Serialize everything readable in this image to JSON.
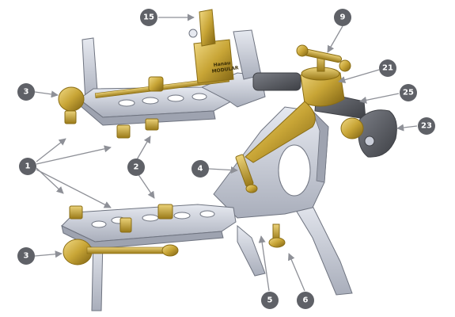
{
  "diagram": {
    "callouts": [
      {
        "id": "c1",
        "label": "1"
      },
      {
        "id": "c2",
        "label": "2"
      },
      {
        "id": "c3a",
        "label": "3"
      },
      {
        "id": "c3b",
        "label": "3"
      },
      {
        "id": "c4",
        "label": "4"
      },
      {
        "id": "c5",
        "label": "5"
      },
      {
        "id": "c6",
        "label": "6"
      },
      {
        "id": "c9",
        "label": "9"
      },
      {
        "id": "c15",
        "label": "15"
      },
      {
        "id": "c21",
        "label": "21"
      },
      {
        "id": "c23",
        "label": "23"
      },
      {
        "id": "c25",
        "label": "25"
      }
    ],
    "engraving": {
      "line1": "Hanau",
      "line2": "MODULAR"
    },
    "colors": {
      "frame": "#c9cdd8",
      "frame_shade": "#9ea3b0",
      "frame_dark": "#6f7480",
      "brass": "#c8a536",
      "brass_dark": "#8a6d14",
      "brass_light": "#ecd37a",
      "dark_part": "#5a5d63",
      "callout": "#5f6167",
      "leader": "#8e9097"
    }
  }
}
